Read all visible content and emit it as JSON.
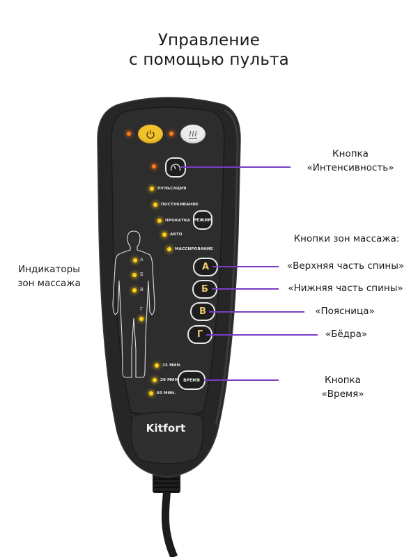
{
  "title": {
    "line1": "Управление",
    "line2": "с помощью пульта"
  },
  "remote": {
    "brand": "Kitfort",
    "buttons": {
      "power": {
        "icon": "power-icon"
      },
      "heat": {
        "icon": "heat-icon"
      },
      "intensity": {
        "icon": "gauge-icon"
      },
      "mode": {
        "label": "РЕЖИМ"
      },
      "zone_a": {
        "label": "А"
      },
      "zone_b": {
        "label": "Б"
      },
      "zone_v": {
        "label": "В"
      },
      "zone_g": {
        "label": "Г"
      },
      "time": {
        "label": "ВРЕМЯ"
      }
    },
    "modes": [
      {
        "label": "ПУЛЬСАЦИЯ"
      },
      {
        "label": "ПОСТУКИВАНИЕ"
      },
      {
        "label": "ПРОКАТКА"
      },
      {
        "label": "АВТО"
      },
      {
        "label": "МАССИРОВАНИЕ"
      }
    ],
    "zone_indicators": [
      {
        "label": "А"
      },
      {
        "label": "Б"
      },
      {
        "label": "В"
      },
      {
        "label": "Г"
      }
    ],
    "timers": [
      {
        "label": "15 МИН."
      },
      {
        "label": "30 МИН."
      },
      {
        "label": "60 МИН."
      }
    ]
  },
  "callouts": {
    "intensity": {
      "line1": "Кнопка",
      "line2": "«Интенсивность»"
    },
    "zones_header": "Кнопки зон массажа:",
    "zone_a": "«Верхняя часть спины»",
    "zone_b": "«Нижняя часть спины»",
    "zone_v": "«Поясница»",
    "zone_g": "«Бёдра»",
    "time": {
      "line1": "Кнопка",
      "line2": "«Время»"
    },
    "indicators": {
      "line1": "Индикаторы",
      "line2": "зон массажа"
    }
  },
  "colors": {
    "accent_line": "#7a3cc4",
    "remote_body": "#2a2a2a",
    "power_button": "#f2c22a",
    "led_orange": "#ff7a1a",
    "led_yellow": "#ffd21a",
    "zone_letter": "#e8c46a"
  }
}
